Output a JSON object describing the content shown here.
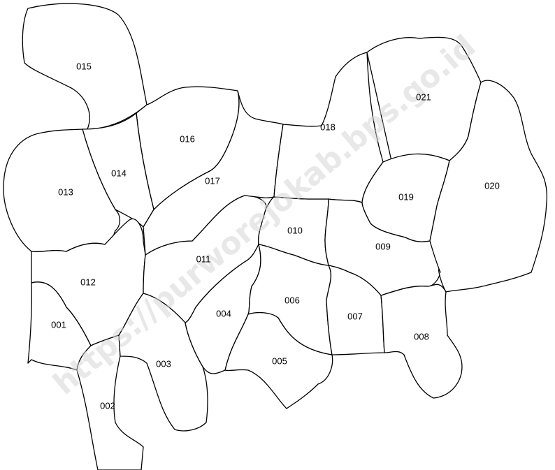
{
  "map": {
    "boundary_color": "#000000",
    "region_fill": "#ffffff",
    "regions": [
      {
        "id": "r001",
        "label": "001"
      },
      {
        "id": "r002",
        "label": "002"
      },
      {
        "id": "r003",
        "label": "003"
      },
      {
        "id": "r004",
        "label": "004"
      },
      {
        "id": "r005",
        "label": "005"
      },
      {
        "id": "r006",
        "label": "006"
      },
      {
        "id": "r007",
        "label": "007"
      },
      {
        "id": "r008",
        "label": "008"
      },
      {
        "id": "r009",
        "label": "009"
      },
      {
        "id": "r010",
        "label": "010"
      },
      {
        "id": "r011",
        "label": "011"
      },
      {
        "id": "r012",
        "label": "012"
      },
      {
        "id": "r013",
        "label": "013"
      },
      {
        "id": "r014",
        "label": "014"
      },
      {
        "id": "r015",
        "label": "015"
      },
      {
        "id": "r016",
        "label": "016"
      },
      {
        "id": "r017",
        "label": "017"
      },
      {
        "id": "r018",
        "label": "018"
      },
      {
        "id": "r019",
        "label": "019"
      },
      {
        "id": "r020",
        "label": "020"
      },
      {
        "id": "r021",
        "label": "021"
      }
    ]
  },
  "watermark": {
    "text": "https://purworejokab.bps.go.id",
    "color": "#d6d6d6"
  }
}
